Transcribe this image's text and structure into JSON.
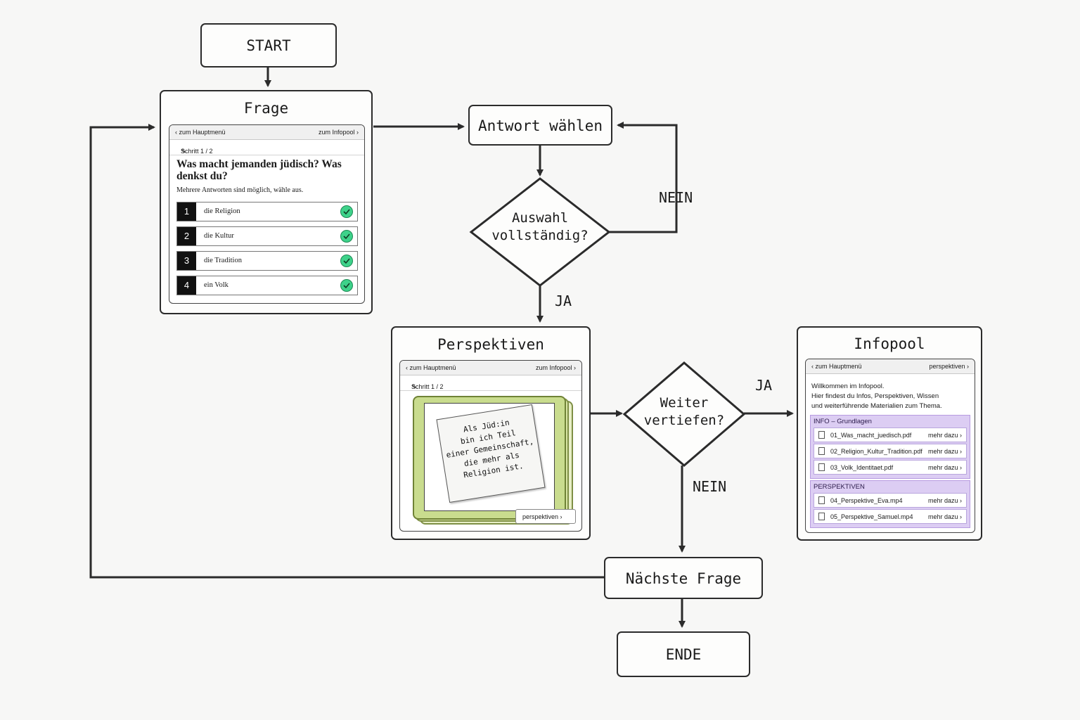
{
  "flow": {
    "start": "START",
    "antwort": "Antwort wählen",
    "auswahl": [
      "Auswahl",
      "vollständig?"
    ],
    "nein1": "NEIN",
    "ja1": "JA",
    "weiter": [
      "Weiter",
      "vertiefen?"
    ],
    "ja2": "JA",
    "nein2": "NEIN",
    "naechste": "Nächste Frage",
    "ende": "ENDE"
  },
  "frage": {
    "title": "Frage",
    "nav_left": "zum Hauptmenü",
    "nav_right": "zum Infopool",
    "step": "Schritt 1 / 2",
    "question": "Was macht jemanden jüdisch? Was denkst du?",
    "hint": "Mehrere Antworten sind möglich, wähle aus.",
    "answers": [
      {
        "num": "1",
        "text": "die Religion"
      },
      {
        "num": "2",
        "text": "die Kultur"
      },
      {
        "num": "3",
        "text": "die Tradition"
      },
      {
        "num": "4",
        "text": "ein Volk"
      }
    ]
  },
  "perspektiven": {
    "title": "Perspektiven",
    "nav_left": "zum Hauptmenü",
    "nav_right": "zum Infopool",
    "step": "Schritt 1 / 2",
    "note_lines": [
      "Als Jüd:in",
      "bin ich Teil",
      "einer Gemeinschaft,",
      "die mehr als",
      "Religion ist."
    ],
    "button": "perspektiven"
  },
  "infopool": {
    "title": "Infopool",
    "nav_left": "zum Hauptmenü",
    "nav_right": "perspektiven",
    "intro": [
      "Willkommen im Infopool.",
      "Hier findest du Infos, Perspektiven, Wissen",
      "und weiterführende Materialien zum Thema."
    ],
    "sections": [
      {
        "header": "INFO – Grundlagen",
        "files": [
          {
            "name": "01_Was_macht_juedisch.pdf",
            "action": "mehr dazu"
          },
          {
            "name": "02_Religion_Kultur_Tradition.pdf",
            "action": "mehr dazu"
          },
          {
            "name": "03_Volk_Identitaet.pdf",
            "action": "mehr dazu"
          }
        ]
      },
      {
        "header": "PERSPEKTIVEN",
        "files": [
          {
            "name": "04_Perspektive_Eva.mp4",
            "action": "mehr dazu"
          },
          {
            "name": "05_Perspektive_Samuel.mp4",
            "action": "mehr dazu"
          }
        ]
      }
    ]
  },
  "colors": {
    "line": "#2b2b2b",
    "check": "#3ed28a",
    "info_section": "#dccdf3",
    "card_frame": "#c9dc8e"
  }
}
